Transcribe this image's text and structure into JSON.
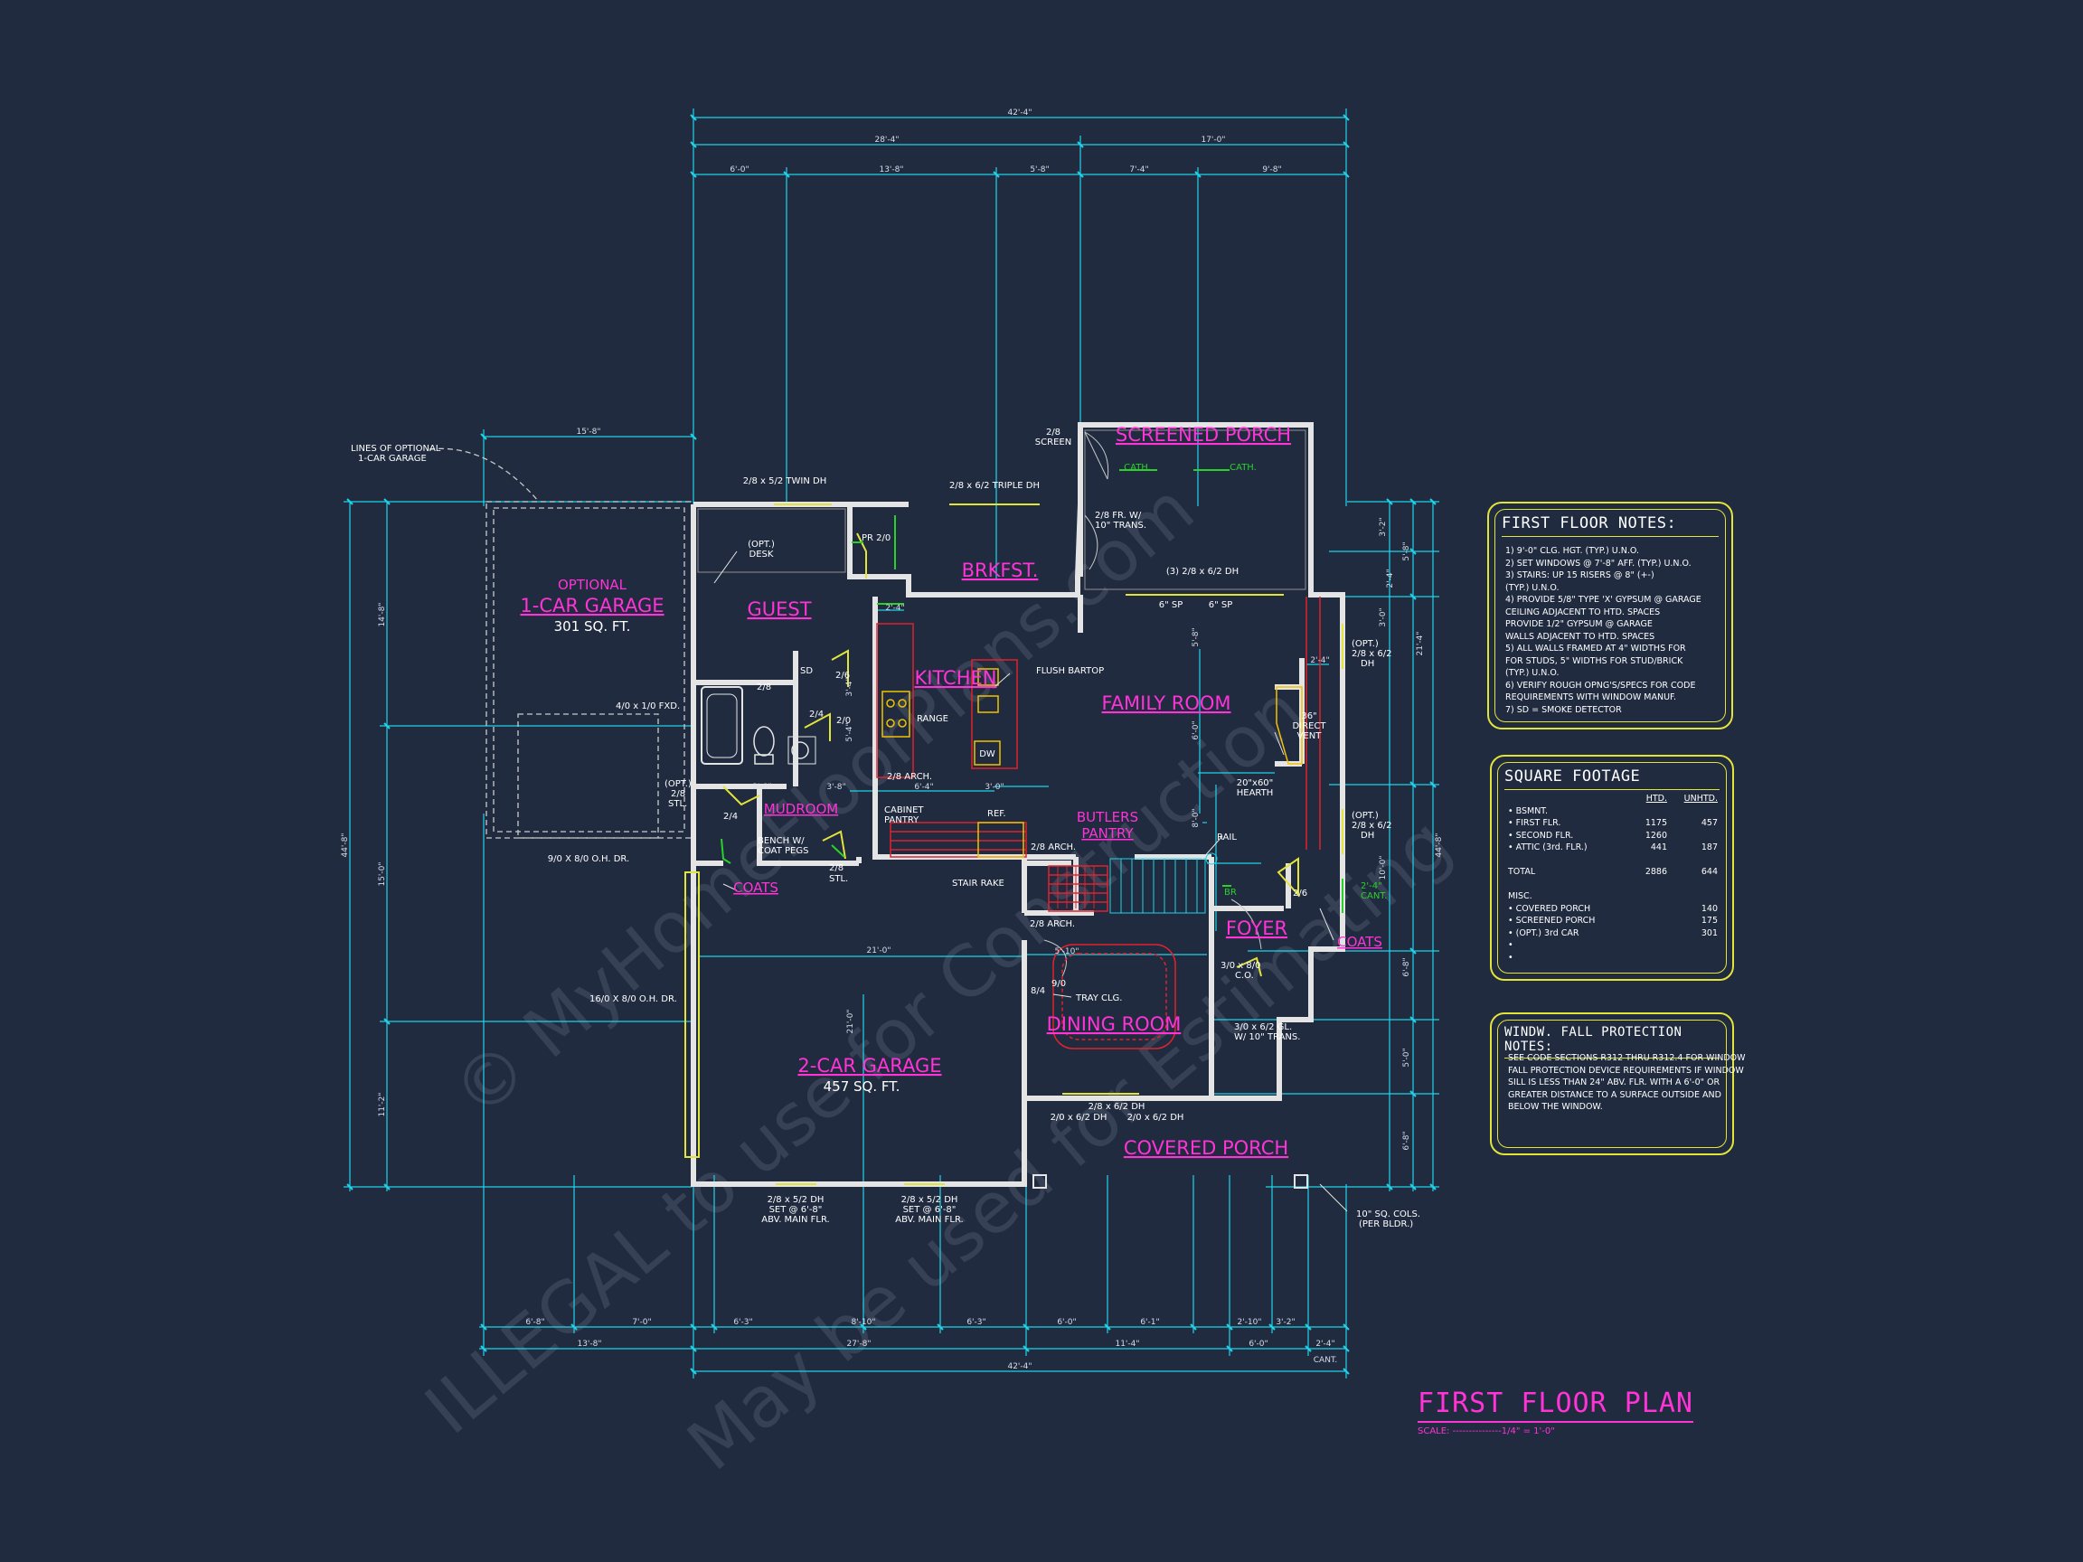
{
  "watermark": {
    "line1": "© MyHomeFloorPlans.com",
    "line2": "ILLEGAL to use for Construction",
    "line3": "May be used for Estimating"
  },
  "rooms": {
    "optional_garage": {
      "label1": "OPTIONAL",
      "label2": "1-CAR GARAGE",
      "area": "301 SQ. FT."
    },
    "guest": "GUEST",
    "brkfst": "BRKFST.",
    "screened_porch": "SCREENED PORCH",
    "kitchen": "KITCHEN",
    "family_room": "FAMILY ROOM",
    "mudroom": "MUDROOM",
    "butlers_pantry": {
      "line1": "BUTLERS",
      "line2": "PANTRY"
    },
    "coats_left": "COATS",
    "coats_right": "COATS",
    "foyer": "FOYER",
    "dining_room": "DINING ROOM",
    "two_car_garage": {
      "label": "2-CAR GARAGE",
      "area": "457 SQ. FT."
    },
    "covered_porch": "COVERED PORCH"
  },
  "dimensions": {
    "overall_top": "42'-4\"",
    "top_row2": [
      "28'-4\"",
      "17'-0\""
    ],
    "top_row3": [
      "6'-0\"",
      "13'-8\"",
      "5'-8\"",
      "7'-4\"",
      "9'-8\""
    ],
    "optional_garage_width": "15'-8\"",
    "left_overall": "44'-8\"",
    "left_parts": [
      "14'-8\"",
      "15'-0\"",
      "11'-2\""
    ],
    "right_overall": "44'-8\"",
    "right_col2": "21'-4\"",
    "right_col1": [
      "3'-2\"",
      "5'-8\"",
      "3'-0\"",
      "6'-8\"",
      "5'-0\"",
      "6'-8\""
    ],
    "bottom_row1": [
      "6'-8\"",
      "7'-0\"",
      "6'-3\"",
      "8'-10\"",
      "6'-3\"",
      "6'-0\"",
      "6'-1\"",
      "2'-10\"",
      "3'-2\""
    ],
    "bottom_row2": [
      "13'-8\"",
      "27'-8\"",
      "11'-4\"",
      "6'-0\"",
      "2'-4\""
    ],
    "bottom_overall": "42'-4\"",
    "cant": "CANT.",
    "interior": [
      "2'-4\"",
      "6'-4\"",
      "3'-0\"",
      "3'-8\"",
      "2'-0\"",
      "5'-10\"",
      "5'-8\"",
      "2'-4\"",
      "21'-0\"",
      "21'-0\"",
      "3'-4\"",
      "5'-4\"",
      "8'-0\"",
      "6'-0\"",
      "2'-4\"",
      "10'-0\""
    ]
  },
  "annotations": {
    "lines_optional": "LINES OF OPTIONAL",
    "lines_optional2": "1-CAR GARAGE",
    "twin_dh": "2/8 x 5/2 TWIN DH",
    "triple_dh": "2/8 x 6/2 TRIPLE DH",
    "screen_door": "2/8",
    "screen_door2": "SCREEN",
    "cath1": "CATH.",
    "cath2": "CATH.",
    "fr_door": "2/8 FR. W/",
    "fr_door2": "10\" TRANS.",
    "three_dh": "(3) 2/8 x 6/2 DH",
    "opt_desk": "(OPT.)",
    "opt_desk2": "DESK",
    "pr_door": "PR 2/0",
    "sp1": "6\" SP",
    "sp2": "6\" SP",
    "flush_bartop": "FLUSH BARTOP",
    "range": "RANGE",
    "dw": "DW",
    "arch1": "2/8 ARCH.",
    "cabinet_pantry": "CABINET",
    "cabinet_pantry2": "PANTRY",
    "ref": "REF.",
    "fxd": "4/0 x 1/0 FXD.",
    "ohdr1": "9/0 X 8/0 O.H. DR.",
    "ohdr2": "16/0 X 8/0 O.H. DR.",
    "door_26": "2/6",
    "door_28a": "2/8",
    "door_24": "2/4",
    "door_20": "2/0",
    "door_24b": "2/4",
    "opt_stl": "(OPT.)",
    "opt_stl2": "2/8",
    "opt_stl3": "STL.",
    "bench": "BENCH W/",
    "bench2": "COAT PEGS",
    "stl28": "2/8",
    "stl28b": "STL.",
    "stair_rake": "STAIR RAKE",
    "arch2": "2/8 ARCH.",
    "arch3": "2/8 ARCH.",
    "rail": "RAIL",
    "br": "BR",
    "direct_vent": "36\"",
    "direct_vent2": "DIRECT",
    "direct_vent3": "VENT",
    "hearth": "20\"x60\"",
    "hearth2": "HEARTH",
    "opt_dh1": "(OPT.)",
    "opt_dh1b": "2/8 x 6/2",
    "opt_dh1c": "DH",
    "opt_dh2": "(OPT.)",
    "opt_dh2b": "2/8 x 6/2",
    "opt_dh2c": "DH",
    "cant_right": "2'-4\"",
    "cant_right2": "CANT.",
    "door_26b": "2/6",
    "co": "3/0 x 8/0",
    "co2": "C.O.",
    "gl": "3/0 x 6/2 GL.",
    "gl2": "W/ 10\" TRANS.",
    "tray": "TRAY CLG.",
    "door_84": "8/4",
    "door_90": "9/0",
    "dh_dining1": "2/8 x 6/2 DH",
    "dh_dining2": "2/0 x 6/2 DH",
    "dh_dining3": "2/0 x 6/2 DH",
    "garage_dh1": "2/8 x 5/2 DH",
    "garage_dh1b": "SET @ 6'-8\"",
    "garage_dh1c": "ABV. MAIN FLR.",
    "garage_dh2": "2/8 x 5/2 DH",
    "garage_dh2b": "SET @ 6'-8\"",
    "garage_dh2c": "ABV. MAIN FLR.",
    "cols": "10\" SQ. COLS.",
    "cols2": "(PER BLDR.)",
    "sd": "SD"
  },
  "notes_panel": {
    "title": "FIRST FLOOR NOTES:",
    "items": [
      "1) 9'-0\" CLG. HGT. (TYP.) U.N.O.",
      "2) SET WINDOWS @ 7'-8\" AFF. (TYP.) U.N.O.",
      "3) STAIRS: UP 15 RISERS @ 8\" (+-)",
      "    (TYP.) U.N.O.",
      "4) PROVIDE 5/8\" TYPE 'X' GYPSUM @ GARAGE",
      "    CEILING ADJACENT TO HTD. SPACES",
      "    PROVIDE 1/2\" GYPSUM @ GARAGE",
      "    WALLS ADJACENT TO HTD. SPACES",
      "5) ALL WALLS FRAMED AT 4\" WIDTHS FOR",
      "    FOR STUDS, 5\" WIDTHS FOR STUD/BRICK",
      "    (TYP.) U.N.O.",
      "6) VERIFY ROUGH OPNG'S/SPECS FOR CODE",
      "    REQUIREMENTS WITH WINDOW MANUF.",
      "7) SD = SMOKE DETECTOR"
    ]
  },
  "square_footage": {
    "title": "SQUARE FOOTAGE",
    "headers": [
      "",
      "HTD.",
      "UNHTD."
    ],
    "rows": [
      [
        "• BSMNT.",
        "",
        ""
      ],
      [
        "• FIRST FLR.",
        "1175",
        "457"
      ],
      [
        "• SECOND FLR.",
        "1260",
        ""
      ],
      [
        "• ATTIC (3rd. FLR.)",
        "441",
        "187"
      ],
      [
        "",
        "",
        ""
      ],
      [
        "TOTAL",
        "2886",
        "644"
      ],
      [
        "",
        "",
        ""
      ],
      [
        "MISC.",
        "",
        ""
      ],
      [
        "• COVERED PORCH",
        "",
        "140"
      ],
      [
        "• SCREENED PORCH",
        "",
        "175"
      ],
      [
        "• (OPT.) 3rd CAR",
        "",
        "301"
      ],
      [
        "•",
        "",
        ""
      ],
      [
        "•",
        "",
        ""
      ]
    ]
  },
  "window_notes": {
    "title": "WINDW. FALL PROTECTION NOTES:",
    "lines": [
      "SEE CODE SECTIONS R312 THRU R312.4 FOR WINDOW",
      "FALL PROTECTION DEVICE REQUIREMENTS IF WINDOW",
      "SILL IS LESS THAN 24\" ABV. FLR. WITH A 6'-0\" OR",
      "GREATER DISTANCE TO A SURFACE OUTSIDE AND",
      "BELOW THE WINDOW."
    ]
  },
  "title_block": {
    "title": "FIRST FLOOR PLAN",
    "scale": "SCALE: ---------------1/4\" = 1'-0\""
  },
  "colors": {
    "background": "#202b40",
    "dimension_lines": "#1fd3e8",
    "walls": "#d8d8d8",
    "room_labels": "#ff33d6",
    "panel_border": "#e3e43a",
    "cabinets": "#e0232e",
    "glass": "#2bd12b",
    "fixtures": "#f2c100"
  }
}
